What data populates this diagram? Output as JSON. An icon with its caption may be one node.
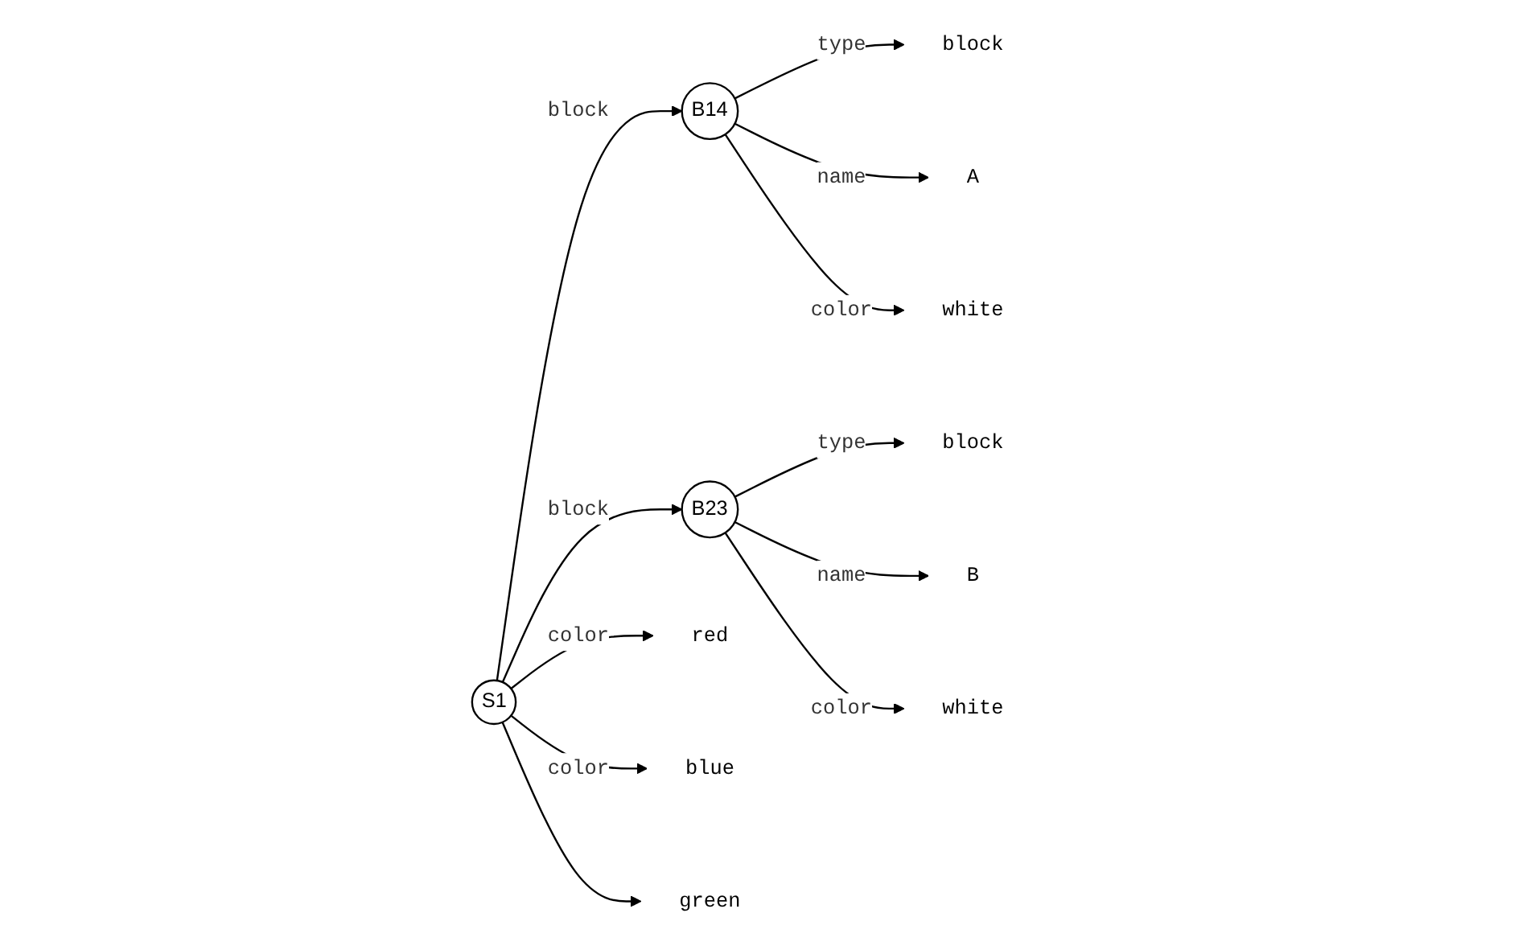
{
  "diagram": {
    "nodes": [
      {
        "text": [
          "S1"
        ]
      },
      {
        "text": [
          "B14"
        ]
      },
      {
        "text": [
          "B23"
        ]
      },
      {
        "text": [
          "block"
        ]
      },
      {
        "text": [
          "A"
        ]
      },
      {
        "text": [
          "white"
        ]
      },
      {
        "text": [
          "block"
        ]
      },
      {
        "text": [
          "B"
        ]
      },
      {
        "text": [
          "white"
        ]
      },
      {
        "text": [
          "red"
        ]
      },
      {
        "text": [
          "blue"
        ]
      },
      {
        "text": [
          "green"
        ]
      }
    ],
    "edges": [
      {
        "from": 0,
        "to": 1,
        "arrow": "to",
        "label": "block"
      },
      {
        "from": 0,
        "to": 2,
        "arrow": "to",
        "label": "block"
      },
      {
        "from": 0,
        "to": 9,
        "arrow": "to",
        "label": "color"
      },
      {
        "from": 0,
        "to": 10,
        "arrow": "to",
        "label": "color"
      },
      {
        "from": 0,
        "to": 11,
        "arrow": "to"
      },
      {
        "from": 1,
        "to": 3,
        "arrow": "to",
        "label": "type"
      },
      {
        "from": 1,
        "to": 4,
        "arrow": "to",
        "label": "name"
      },
      {
        "from": 1,
        "to": 5,
        "arrow": "to",
        "label": "color"
      },
      {
        "from": 2,
        "to": 6,
        "arrow": "to",
        "label": "type"
      },
      {
        "from": 2,
        "to": 7,
        "arrow": "to",
        "label": "name"
      },
      {
        "from": 2,
        "to": 8,
        "arrow": "to",
        "label": "color"
      }
    ]
  }
}
